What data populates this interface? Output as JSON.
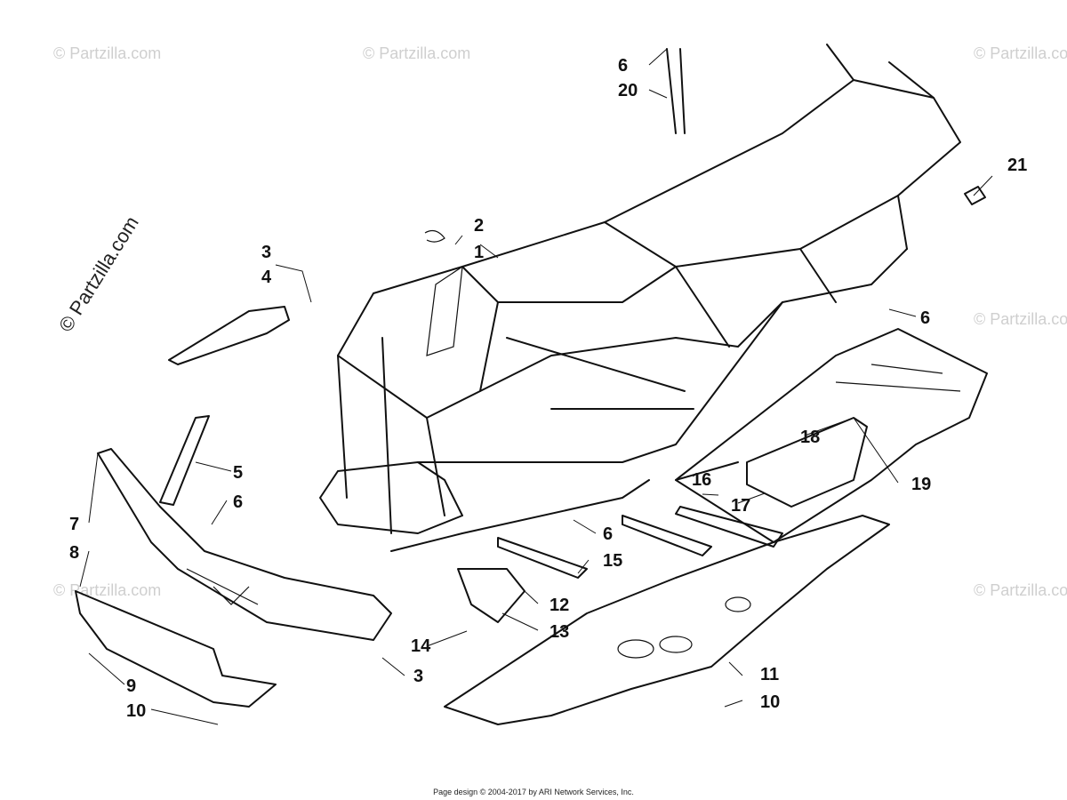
{
  "watermarks": {
    "corner": "© Partzilla.com",
    "side": "© Partzilla.com"
  },
  "callouts": [
    {
      "id": "c-1",
      "label": "1"
    },
    {
      "id": "c-2",
      "label": "2"
    },
    {
      "id": "c-3a",
      "label": "3"
    },
    {
      "id": "c-4",
      "label": "4"
    },
    {
      "id": "c-5",
      "label": "5"
    },
    {
      "id": "c-6a",
      "label": "6"
    },
    {
      "id": "c-7",
      "label": "7"
    },
    {
      "id": "c-8",
      "label": "8"
    },
    {
      "id": "c-9",
      "label": "9"
    },
    {
      "id": "c-10a",
      "label": "10"
    },
    {
      "id": "c-3b",
      "label": "3"
    },
    {
      "id": "c-14",
      "label": "14"
    },
    {
      "id": "c-13",
      "label": "13"
    },
    {
      "id": "c-12",
      "label": "12"
    },
    {
      "id": "c-6b",
      "label": "6"
    },
    {
      "id": "c-15",
      "label": "15"
    },
    {
      "id": "c-16",
      "label": "16"
    },
    {
      "id": "c-17",
      "label": "17"
    },
    {
      "id": "c-18",
      "label": "18"
    },
    {
      "id": "c-19",
      "label": "19"
    },
    {
      "id": "c-6c",
      "label": "6"
    },
    {
      "id": "c-11",
      "label": "11"
    },
    {
      "id": "c-10b",
      "label": "10"
    },
    {
      "id": "c-6d",
      "label": "6"
    },
    {
      "id": "c-20",
      "label": "20"
    },
    {
      "id": "c-21",
      "label": "21"
    }
  ],
  "footer": "Page design © 2004-2017 by ARI Network Services, Inc.",
  "colors": {
    "line": "#111111",
    "watermark": "#cfcfcf",
    "background": "#ffffff"
  }
}
